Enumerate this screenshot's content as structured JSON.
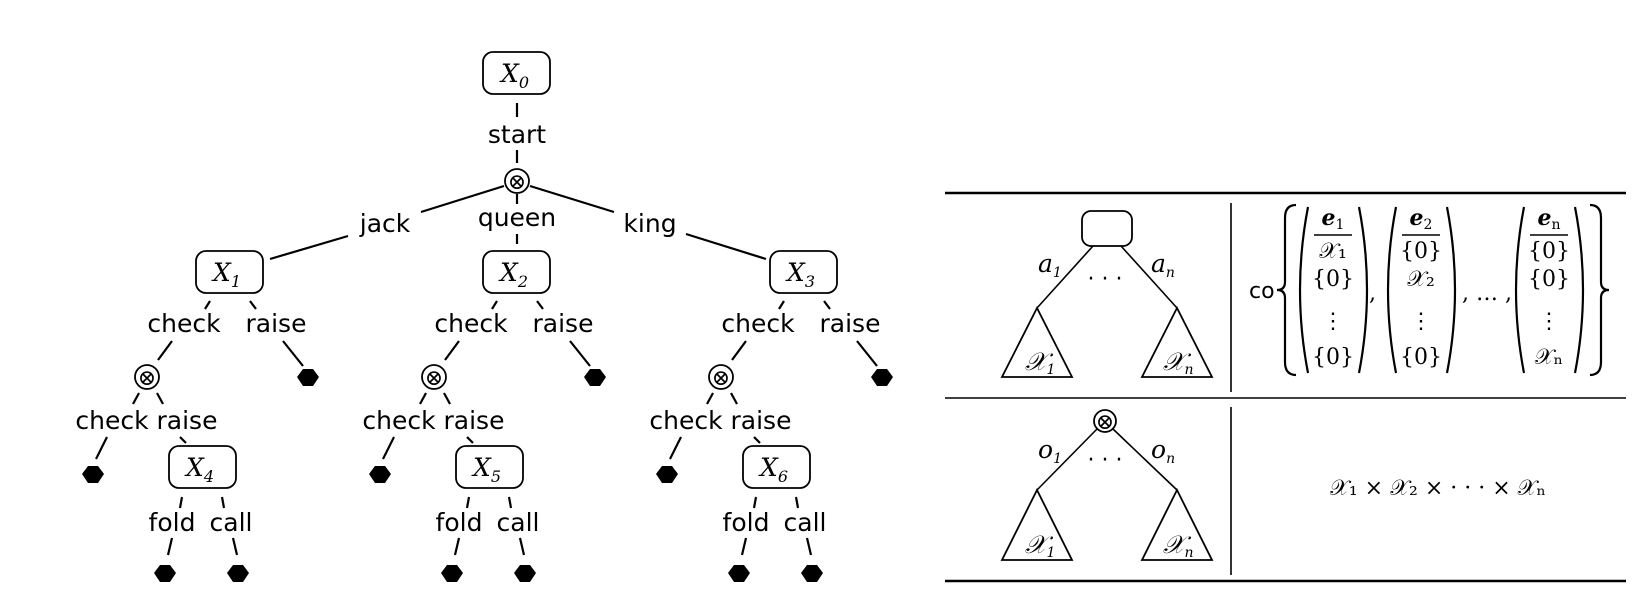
{
  "tree": {
    "root": {
      "label": "X",
      "sub": "0"
    },
    "start_edge": "start",
    "branches": [
      {
        "edge": "jack",
        "node": {
          "label": "X",
          "sub": "1"
        },
        "check": "check",
        "raise": "raise",
        "inner_check": "check",
        "inner_raise": "raise",
        "deep": {
          "label": "X",
          "sub": "4"
        },
        "fold": "fold",
        "call": "call"
      },
      {
        "edge": "queen",
        "node": {
          "label": "X",
          "sub": "2"
        },
        "check": "check",
        "raise": "raise",
        "inner_check": "check",
        "inner_raise": "raise",
        "deep": {
          "label": "X",
          "sub": "5"
        },
        "fold": "fold",
        "call": "call"
      },
      {
        "edge": "king",
        "node": {
          "label": "X",
          "sub": "3"
        },
        "check": "check",
        "raise": "raise",
        "inner_check": "check",
        "inner_raise": "raise",
        "deep": {
          "label": "X",
          "sub": "6"
        },
        "fold": "fold",
        "call": "call"
      }
    ],
    "chance_symbol": "⊗"
  },
  "table": {
    "row1": {
      "left_edge": "a",
      "left_sub": "1",
      "right_edge": "a",
      "right_sub": "n",
      "dots": "· · ·",
      "left_subtree": "𝒳",
      "left_subtree_sub": "1",
      "right_subtree": "𝒳",
      "right_subtree_sub": "n",
      "co": "co",
      "vectors": [
        {
          "head": "e",
          "head_sub": "1",
          "entries": [
            "𝒳₁",
            "{0}",
            "⋮",
            "{0}"
          ]
        },
        {
          "head": "e",
          "head_sub": "2",
          "entries": [
            "{0}",
            "𝒳₂",
            "⋮",
            "{0}"
          ]
        },
        {
          "head": "e",
          "head_sub": "n",
          "entries": [
            "{0}",
            "{0}",
            "⋮",
            "𝒳ₙ"
          ]
        }
      ],
      "separator": ", … ,"
    },
    "row2": {
      "symbol": "⊗",
      "left_edge": "o",
      "left_sub": "1",
      "right_edge": "o",
      "right_sub": "n",
      "dots": "· · ·",
      "left_subtree": "𝒳",
      "left_subtree_sub": "1",
      "right_subtree": "𝒳",
      "right_subtree_sub": "n",
      "product": "𝒳₁ × 𝒳₂ × · · · × 𝒳ₙ"
    }
  }
}
